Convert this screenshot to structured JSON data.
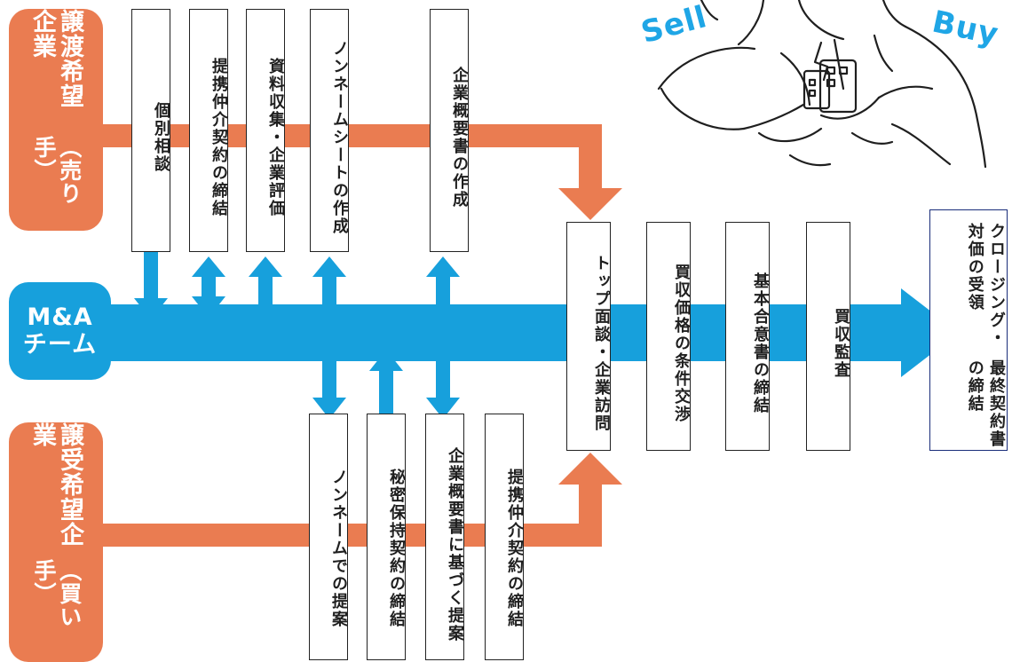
{
  "colors": {
    "seller_orange": "#ea7c51",
    "team_blue": "#17a0dc",
    "final_border": "#1a2d7a",
    "text_dark": "#1f1f1f",
    "sell_buy_text": "#1fa6e6"
  },
  "parties": {
    "seller": {
      "name": "譲渡希望企業",
      "role": "（売り手）"
    },
    "team": {
      "line1": "M&A",
      "line2": "チーム"
    },
    "buyer": {
      "name": "譲受希望企業",
      "role": "（買い手）"
    }
  },
  "seller_steps": [
    "個別相談",
    "提携仲介契約の締結",
    "資料収集・企業評価",
    "ノンネームシートの作成",
    "企業概要書の作成"
  ],
  "buyer_steps": [
    "ノンネームでの提案",
    "秘密保持契約の締結",
    "企業概要書に基づく提案",
    "提携仲介契約の締結"
  ],
  "joint_steps": [
    "トップ面談・企業訪問",
    "買収価格の条件交渉",
    "基本合意書の締結",
    "買収監査"
  ],
  "final_step": {
    "line1": "クロージング・対価の受領",
    "line2": "最終契約書の締結"
  },
  "illustration": {
    "sell": "Sell",
    "buy": "Buy",
    "icon": "handshake-businessmen-illustration"
  }
}
